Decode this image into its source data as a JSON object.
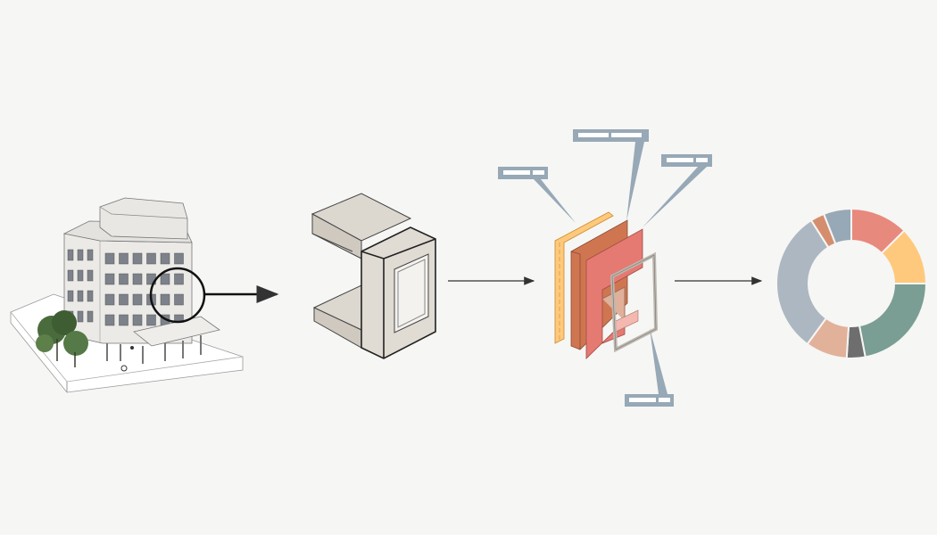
{
  "diagram": {
    "stages": [
      "building",
      "wall-module",
      "exploded-layers",
      "material-share-donut"
    ],
    "callout_count": 4
  },
  "colors": {
    "background": "#f6f6f4",
    "arrow": "#333333",
    "callout": "#97a8b6",
    "timber": "#ffc97d",
    "brick_dark": "#cf7651",
    "brick_red": "#e57a72",
    "frame_light": "#e3dfd9",
    "module": "#dcd7cf"
  },
  "chart_data": {
    "type": "pie",
    "donut": true,
    "title": "",
    "start": "top",
    "direction": "clockwise",
    "segments": [
      {
        "name": "segment-1",
        "value": 12.5,
        "color": "#e8897d"
      },
      {
        "name": "segment-2",
        "value": 12.5,
        "color": "#ffc97d"
      },
      {
        "name": "segment-3",
        "value": 22,
        "color": "#7a9e93"
      },
      {
        "name": "segment-4",
        "value": 4,
        "color": "#6e6e6e"
      },
      {
        "name": "segment-5",
        "value": 9,
        "color": "#e2b19a"
      },
      {
        "name": "segment-6",
        "value": 31,
        "color": "#adb7c1"
      },
      {
        "name": "segment-7",
        "value": 3,
        "color": "#d48e6e"
      },
      {
        "name": "segment-8",
        "value": 6,
        "color": "#97a8b6"
      }
    ]
  }
}
